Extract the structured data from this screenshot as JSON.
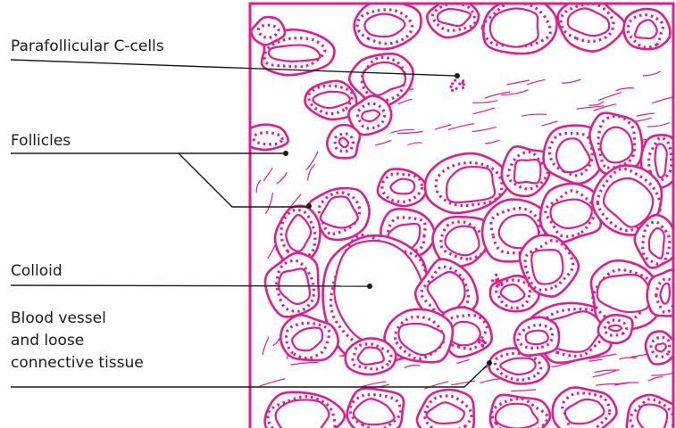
{
  "labels": {
    "parafollicular": "Parafollicular C-cells",
    "follicles": "Follicles",
    "colloid": "Colloid",
    "blood_vessel_line1": "Blood vessel",
    "blood_vessel_line2": "and loose",
    "blood_vessel_line3": "connective tissue"
  },
  "colors": {
    "tissue": "#e8198c",
    "leader": "#1a1a1a",
    "background": "#ffffff"
  }
}
